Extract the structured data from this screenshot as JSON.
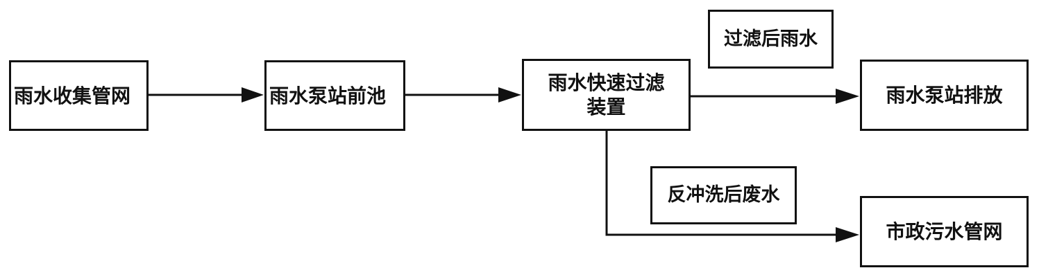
{
  "nodes": {
    "collect": "雨水收集管网",
    "pond": "雨水泵站前池",
    "filter_line1": "雨水快速过滤",
    "filter_line2": "装置",
    "discharge": "雨水泵站排放",
    "sewer": "市政污水管网"
  },
  "edge_labels": {
    "filtered": "过滤后雨水",
    "backwash": "反冲洗后废水"
  },
  "colors": {
    "line": "#111111",
    "background": "#ffffff"
  }
}
